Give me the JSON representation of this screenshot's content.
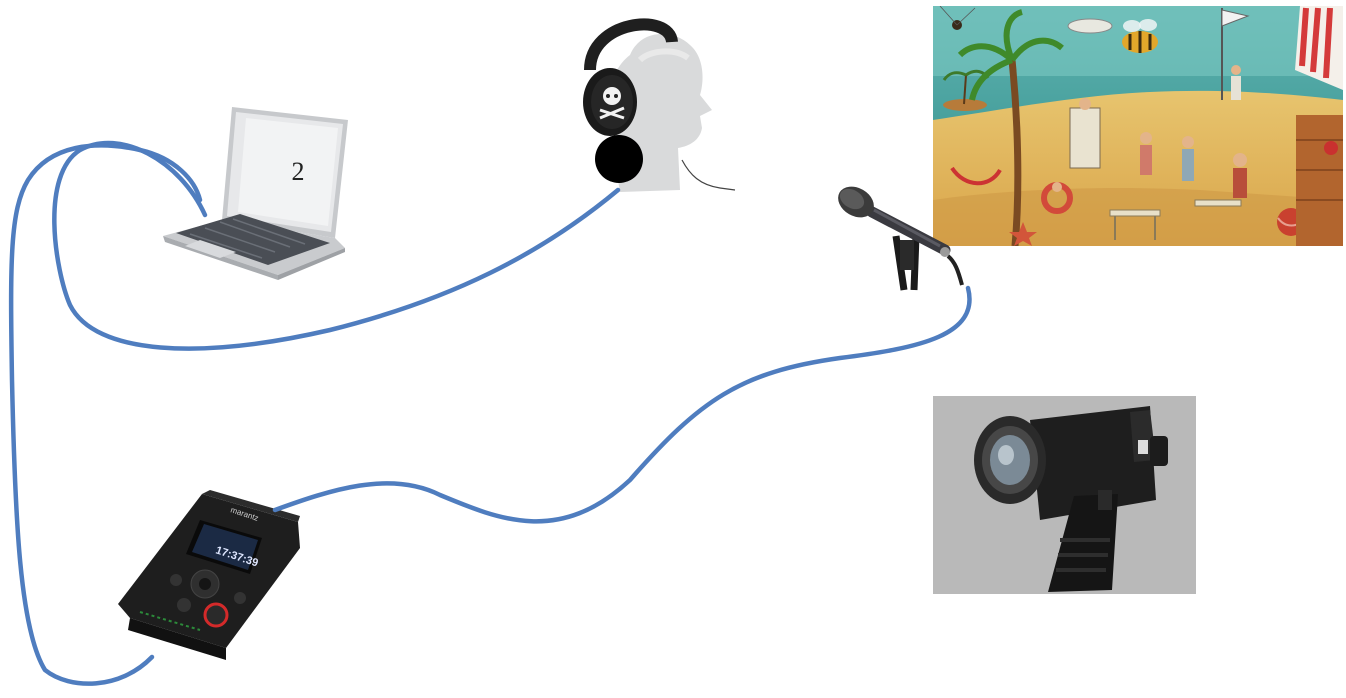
{
  "laptop": {
    "screen_text": "2"
  },
  "recorder": {
    "brand": "marantz",
    "time_display": "17:37:39"
  },
  "colors": {
    "cable": "#4f7dbf",
    "recorder_body": "#1e1e1e",
    "camera_background": "#b9b9b9"
  },
  "icons": {
    "laptop": "laptop-icon",
    "headphones": "headphones-mannequin-icon",
    "microphone": "microphone-icon",
    "recorder": "audio-recorder-icon",
    "camera": "film-camera-icon",
    "painting": "beach-painting-image"
  }
}
